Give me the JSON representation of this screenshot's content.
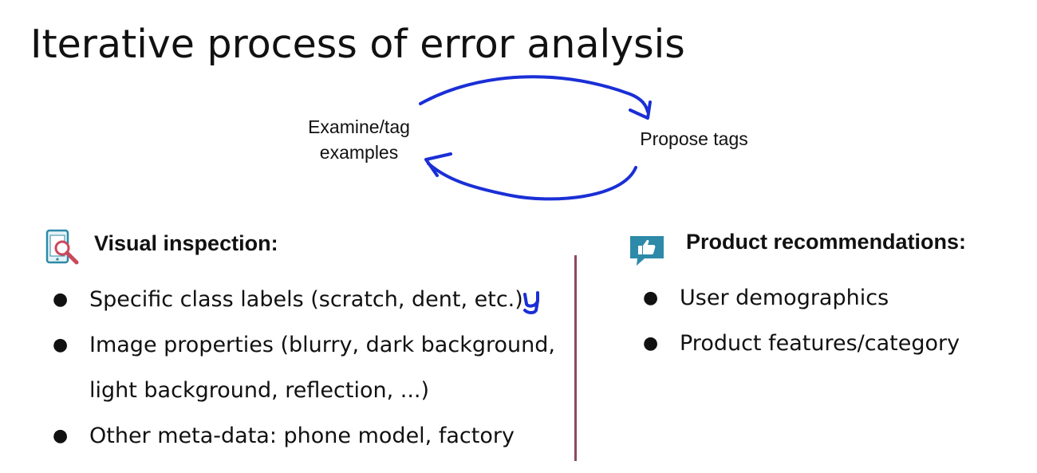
{
  "slide": {
    "title": "Iterative process of error analysis"
  },
  "cycle": {
    "left_label_line1": "Examine/tag",
    "left_label_line2": "examples",
    "right_label": "Propose tags",
    "arrow_color": "#1a2fd6"
  },
  "visual_inspection": {
    "icon": "phone-magnifier-icon",
    "heading": "Visual inspection:",
    "bullets": [
      {
        "line1": "Specific class labels (scratch, dent, etc.)",
        "mark": "check-mark-handwritten"
      },
      {
        "line1": "Image properties (blurry, dark background,",
        "line2": "light background, reflection, ...)"
      },
      {
        "line1": "Other meta-data: phone model, factory"
      }
    ]
  },
  "product_recommendations": {
    "icon": "thumbs-up-chat-icon",
    "heading": "Product recommendations:",
    "bullets": [
      "User demographics",
      "Product features/category"
    ]
  },
  "colors": {
    "divider": "#8a4a5e",
    "ink_blue": "#1a2fd6"
  }
}
